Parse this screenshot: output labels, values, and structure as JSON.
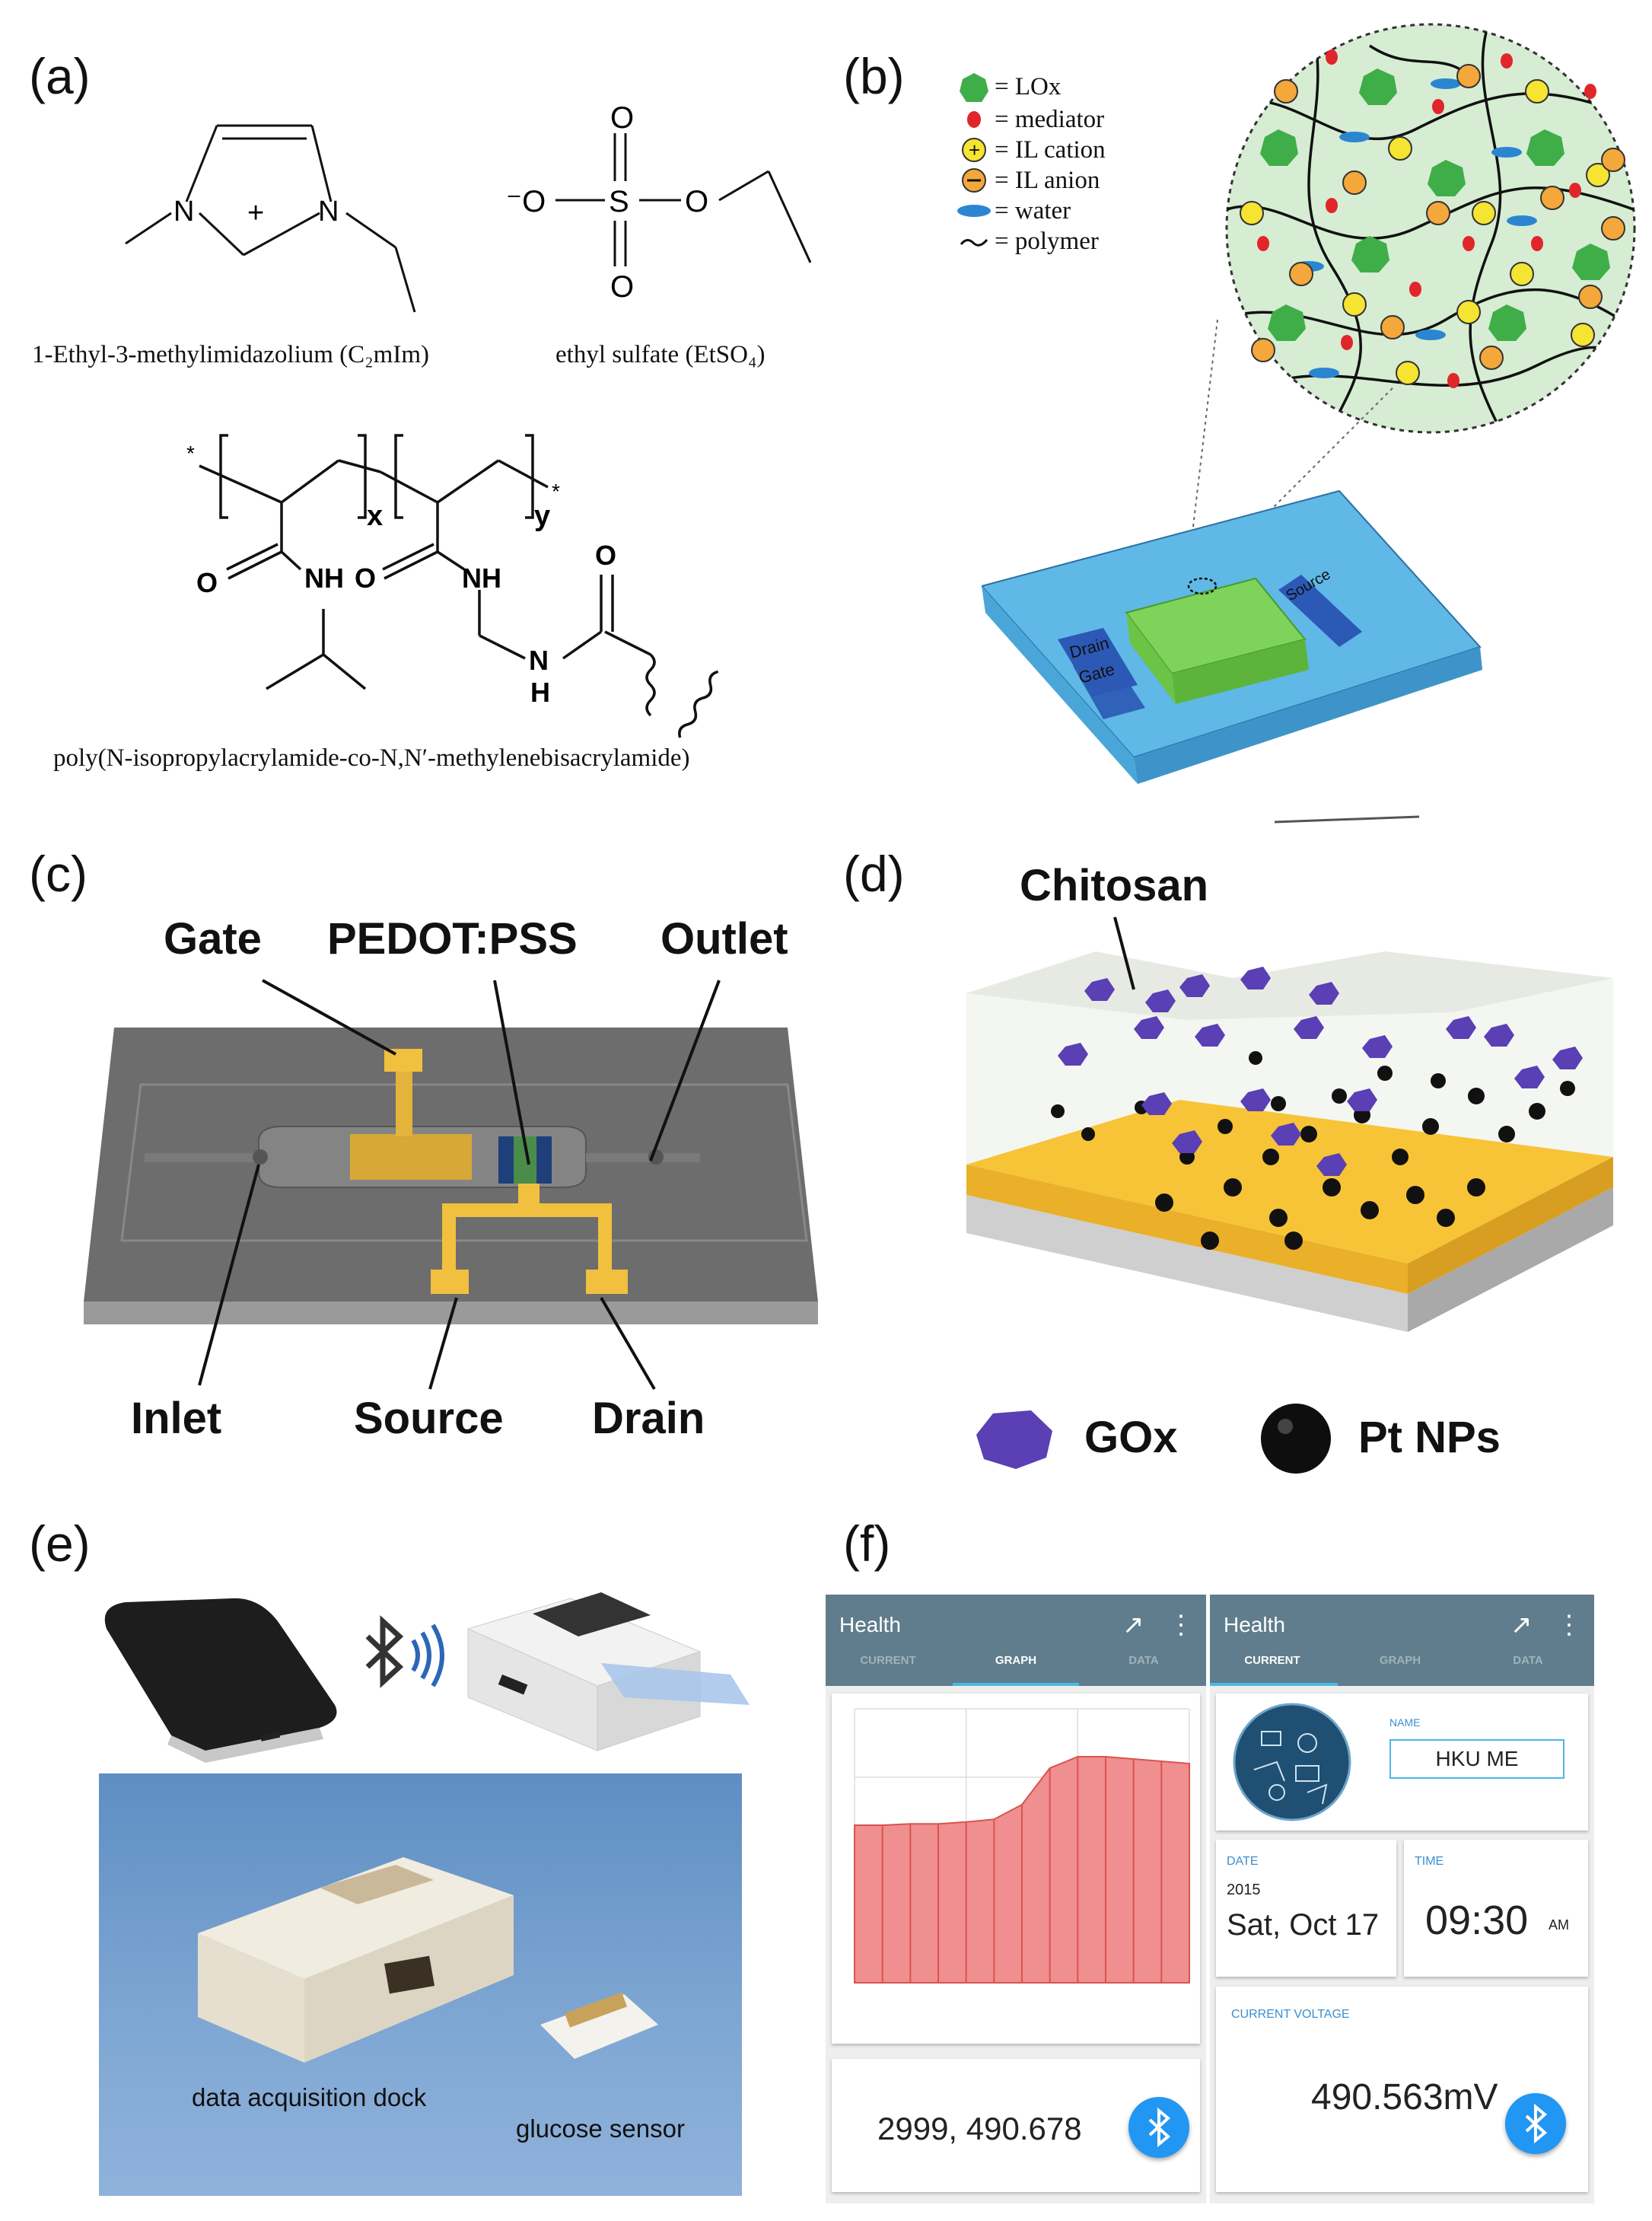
{
  "panels": {
    "a": {
      "label": "(a)",
      "cation_name": "1-Ethyl-3-methylimidazolium (C₂mIm)",
      "anion_name": "ethyl sulfate (EtSO₄)",
      "polymer_name": "poly(N-isopropylacrylamide-co-N,N′-methylenebisacrylamide)",
      "atoms": {
        "n_left": "N",
        "n_right": "N",
        "plus": "+",
        "o_minus": "⁻O",
        "s": "S",
        "o": "O",
        "nh": "NH",
        "n": "N",
        "h": "H",
        "x": "x",
        "y": "y",
        "star": "*"
      }
    },
    "b": {
      "label": "(b)",
      "legend": [
        {
          "text": "= LOx",
          "symbol": "lox"
        },
        {
          "text": "= mediator",
          "symbol": "mediator"
        },
        {
          "text": "= IL cation",
          "symbol": "cation"
        },
        {
          "text": "= IL anion",
          "symbol": "anion"
        },
        {
          "text": "= water",
          "symbol": "water"
        },
        {
          "text": "= polymer",
          "symbol": "polymer"
        }
      ],
      "device_labels": {
        "drain": "Drain",
        "gate": "Gate",
        "source": "Source"
      },
      "colors": {
        "lox": "#3fae49",
        "mediator": "#e0262b",
        "cation": "#f5e431",
        "anion": "#f4a73a",
        "water": "#2a86d1",
        "gel": "#d6ecd3",
        "substrate": "#5fb8e6"
      }
    },
    "c": {
      "label": "(c)",
      "labels": {
        "gate": "Gate",
        "pedot": "PEDOT:PSS",
        "outlet": "Outlet",
        "inlet": "Inlet",
        "source": "Source",
        "drain": "Drain"
      }
    },
    "d": {
      "label": "(d)",
      "labels": {
        "chitosan": "Chitosan",
        "gox": "GOx",
        "pt": "Pt NPs"
      }
    },
    "e": {
      "label": "(e)",
      "labels": {
        "dock": "data acquisition dock",
        "sensor": "glucose sensor"
      },
      "icons": [
        "bluetooth-icon",
        "signal-waves-icon"
      ]
    },
    "f": {
      "label": "(f)",
      "left_screen": {
        "title": "Health",
        "tabs": [
          "CURRENT",
          "GRAPH",
          "DATA"
        ],
        "active_tab": "GRAPH",
        "readout": "2999, 490.678",
        "chart_data": {
          "type": "area",
          "x": [
            0,
            250,
            500,
            750,
            1000,
            1250,
            1500,
            1750,
            2000,
            2250,
            2500,
            2750,
            3000
          ],
          "values": [
            345,
            345,
            348,
            348,
            352,
            358,
            390,
            470,
            495,
            495,
            490,
            485,
            480
          ],
          "xlim": [
            0,
            3000
          ],
          "ylim": [
            0,
            600
          ],
          "grid": true,
          "color": "#ef8f8f"
        }
      },
      "right_screen": {
        "title": "Health",
        "tabs": [
          "CURRENT",
          "GRAPH",
          "DATA"
        ],
        "active_tab": "CURRENT",
        "name_label": "NAME",
        "name_value": "HKU ME",
        "date_label": "DATE",
        "date_year": "2015",
        "date_value": "Sat, Oct 17",
        "time_label": "TIME",
        "time_value": "09:30",
        "time_suffix": "AM",
        "voltage_label": "CURRENT VOLTAGE",
        "voltage_value": "490.563mV"
      },
      "icons": {
        "open": "↗",
        "more": "⋮",
        "bluetooth": "✱"
      }
    }
  }
}
